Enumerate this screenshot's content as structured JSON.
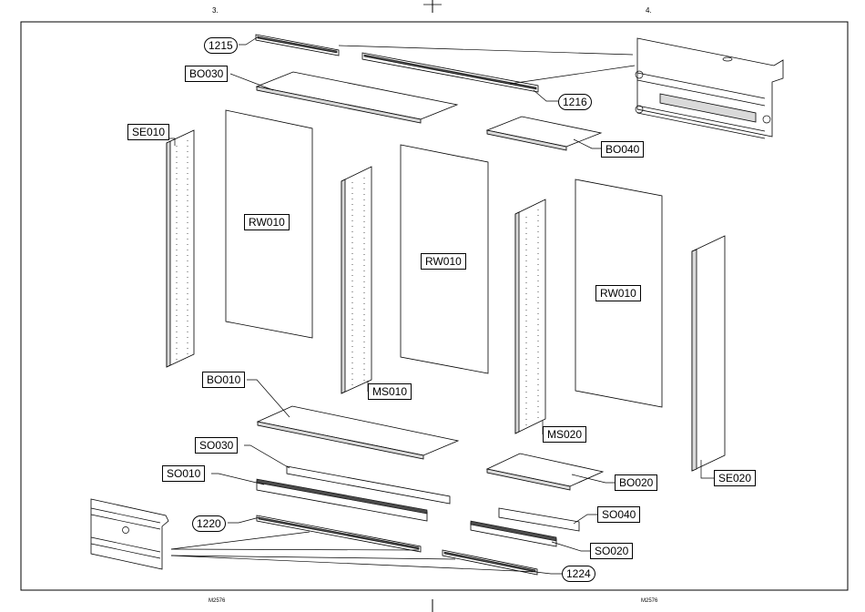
{
  "header": {
    "page_left": "3.",
    "page_right": "4."
  },
  "footer": {
    "code_left": "M2576",
    "code_right": "M2576"
  },
  "labels": {
    "l1215": "1215",
    "l1216": "1216",
    "l1220": "1220",
    "l1224": "1224",
    "bo030": "BO030",
    "bo040": "BO040",
    "bo010": "BO010",
    "bo020": "BO020",
    "se010": "SE010",
    "se020": "SE020",
    "rw010_a": "RW010",
    "rw010_b": "RW010",
    "rw010_c": "RW010",
    "ms010": "MS010",
    "ms020": "MS020",
    "so030": "SO030",
    "so010": "SO010",
    "so040": "SO040",
    "so020": "SO020"
  }
}
